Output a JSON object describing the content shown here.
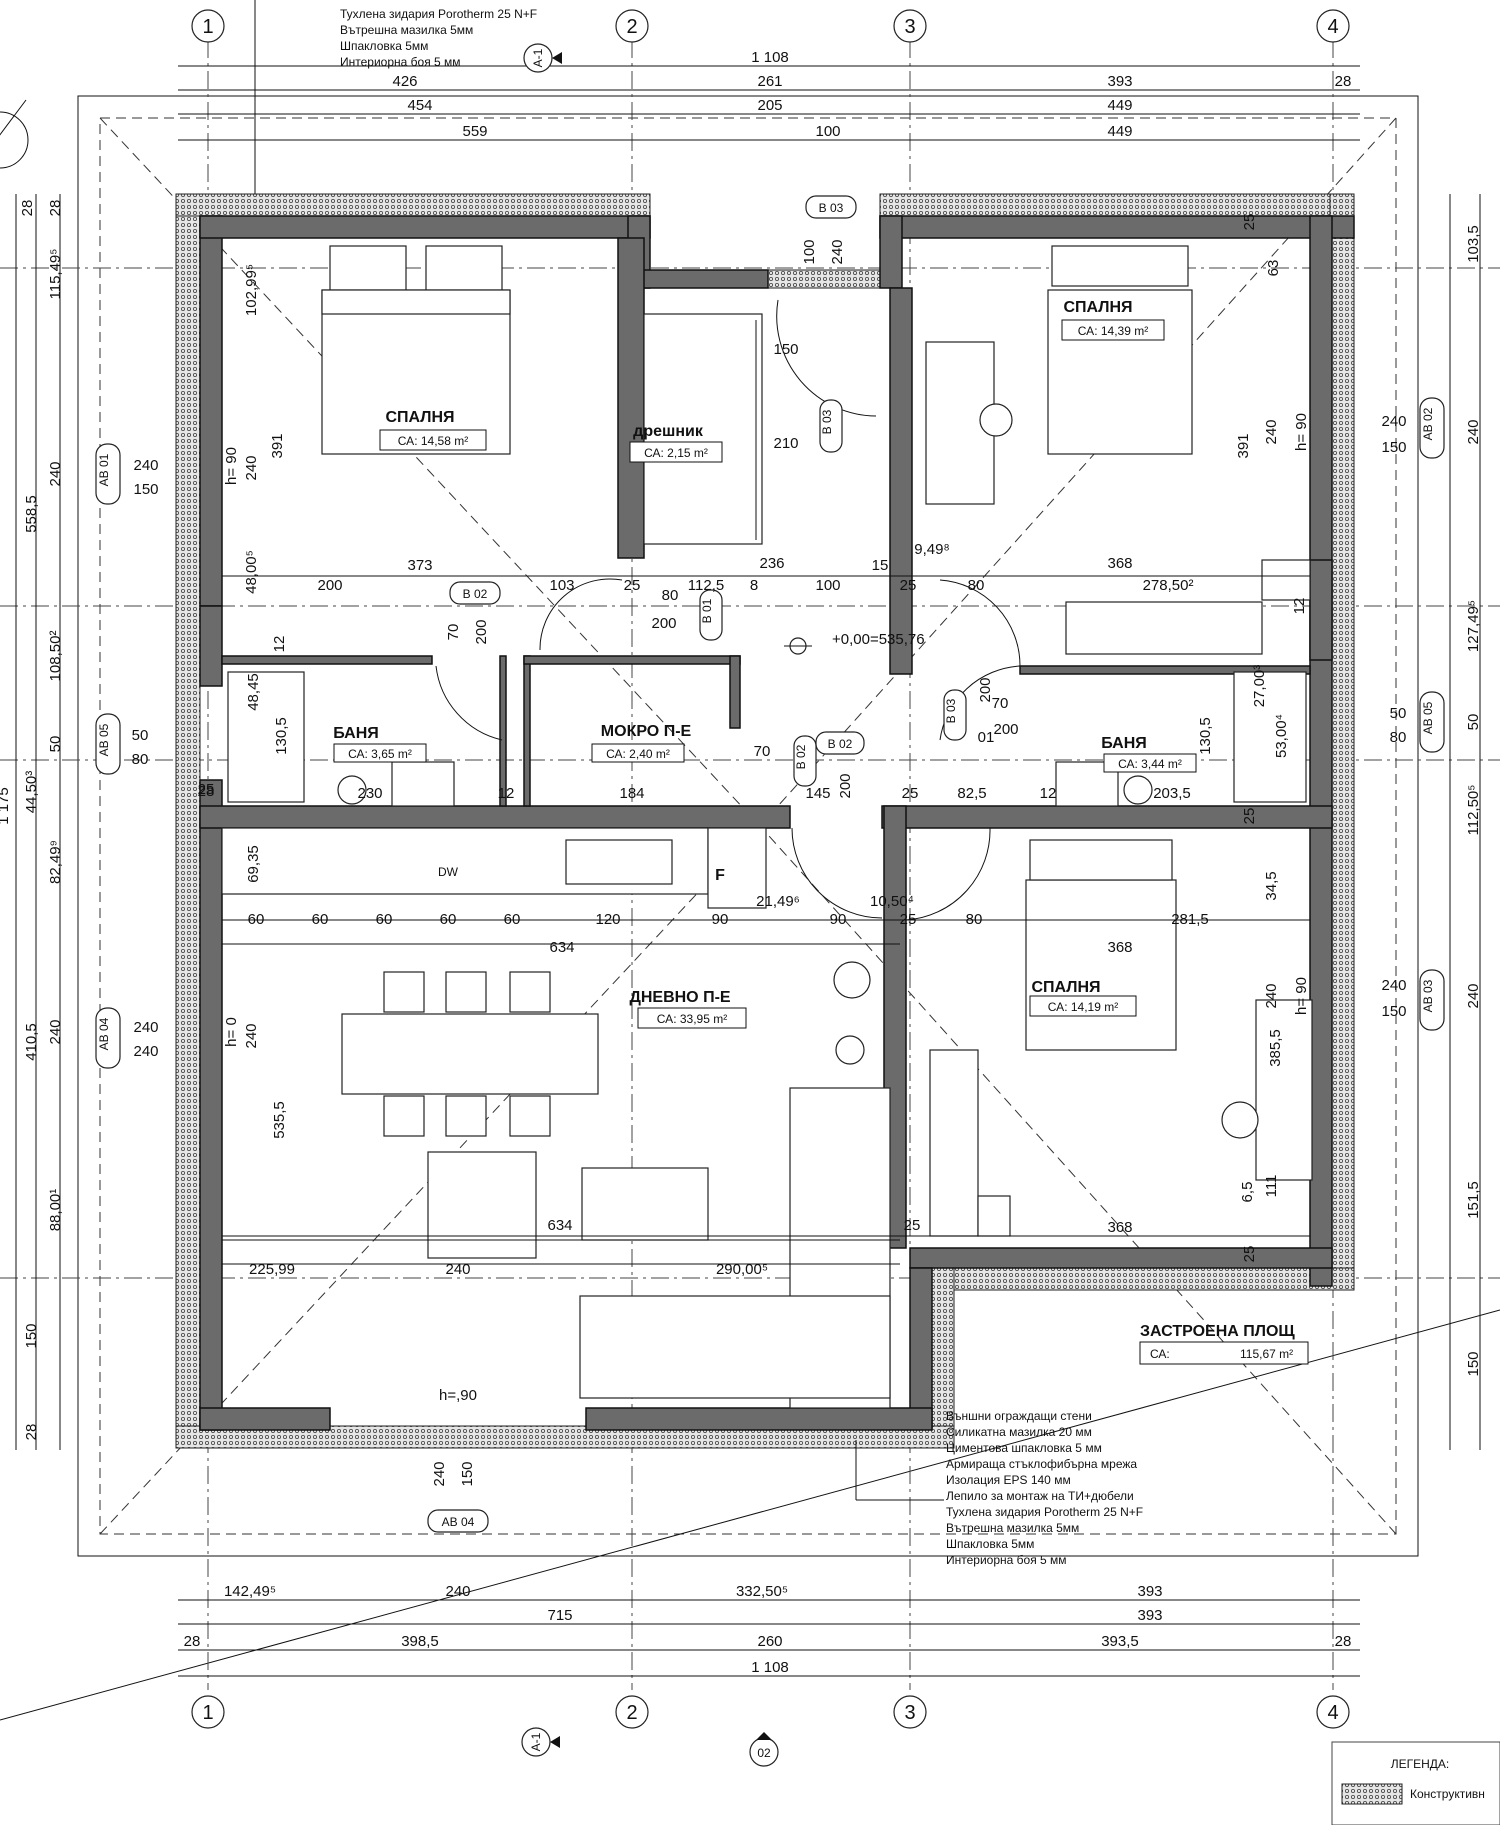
{
  "axes": {
    "labels": [
      "1",
      "2",
      "3",
      "4"
    ]
  },
  "top_dims": {
    "row1": [
      "1 108"
    ],
    "row2": [
      "426",
      "261",
      "393",
      "28"
    ],
    "row3": [
      "454",
      "205",
      "449"
    ],
    "row4": [
      "559",
      "100",
      "449"
    ]
  },
  "bottom_dims": {
    "row1": [
      "142,49⁵",
      "240",
      "332,50⁵",
      "393"
    ],
    "row2": [
      "715",
      "393"
    ],
    "row3": [
      "28",
      "398,5",
      "260",
      "393,5",
      "28"
    ],
    "row4": [
      "1 108"
    ]
  },
  "left_dims": {
    "outer": [
      "28",
      "115,49⁵",
      "240",
      "558,5",
      "108,50²",
      "50",
      "44,50³",
      "82,49⁹",
      "410,5",
      "240",
      "88,00¹",
      "150",
      "28",
      "1 175"
    ],
    "inner": [
      "28"
    ]
  },
  "right_dims": [
    "103,5",
    "240",
    "127,49⁵",
    "50",
    "112,50⁵",
    "240",
    "151,5",
    "150"
  ],
  "rooms": [
    {
      "name": "СПАЛНЯ",
      "area": "СА: 14,58 m²"
    },
    {
      "name": "дрешник",
      "area": "СА: 2,15 m²"
    },
    {
      "name": "СПАЛНЯ",
      "area": "СА: 14,39 m²"
    },
    {
      "name": "БАНЯ",
      "area": "СА: 3,65 m²"
    },
    {
      "name": "МОКРО П-Е",
      "area": "СА: 2,40 m²"
    },
    {
      "name": "БАНЯ",
      "area": "СА: 3,44 m²"
    },
    {
      "name": "ДНЕВНО П-Е",
      "area": "СА: 33,95 m²"
    },
    {
      "name": "СПАЛНЯ",
      "area": "СА: 14,19 m²"
    }
  ],
  "built_area": {
    "title": "ЗАСТРОЕНА ПЛОЩ",
    "label": "СА:",
    "value": "115,67 m²"
  },
  "top_notes": [
    "Тухлена зидария Porotherm 25 N+F",
    "Вътрешна мазилка 5мм",
    "Шпакловка 5мм",
    "Интериорна боя 5 мм"
  ],
  "bottom_notes": [
    "Външни ограждащи стени",
    "Силикатна мазилка 20 мм",
    "Циментова шпакловка 5 мм",
    "Армираща стъклофибърна мрежа",
    "Изолация EPS 140 мм",
    "Лепило за монтаж на ТИ+дюбели",
    "Тухлена зидария Porotherm 25 N+F",
    "Вътрешна мазилка 5мм",
    "Шпакловка 5мм",
    "Интериорна боя 5 мм"
  ],
  "tags": {
    "b03_top": "B 03",
    "b03_mid": "B 03",
    "b02": "B 02",
    "b01": "B 01",
    "b02_b": "B 02",
    "b03_b": "B 03",
    "b02_c": "B 02",
    "ab01": "AB 01",
    "ab05_l": "AB 05",
    "ab04_l": "AB 04",
    "ab02": "AB 02",
    "ab05_r": "AB 05",
    "ab03": "AB 03",
    "ab04_b": "AB 04",
    "a1_top": "A-1",
    "a1_bot": "A-1",
    "sec02": "02"
  },
  "elevation": "+0,00=535,76",
  "legend": {
    "title": "ЛЕГЕНДА:",
    "item1": "Конструктивн"
  },
  "kitchen": {
    "dw": "DW",
    "f": "F"
  },
  "inner_dims": {
    "h90_a": "h= 90",
    "h90_b": "h= 90",
    "h90_c": "h= 90",
    "h0": "h= 0",
    "h90_bottom": "h=,90",
    "d373": "373",
    "d200a": "200",
    "d103": "103",
    "d70a": "70",
    "d25a": "25",
    "d80a": "80",
    "d112": "112,5",
    "d8": "8",
    "d236": "236",
    "d100": "100",
    "d200b": "200",
    "d70b": "70",
    "d200c": "200",
    "d150": "150",
    "d210": "210",
    "d368a": "368",
    "d27850": "278,50²",
    "d80b": "80",
    "d15": "15",
    "d25b": "25",
    "d391a": "391",
    "d391b": "391",
    "d240a": "240",
    "d240b": "240",
    "d102": "102,99⁵",
    "d4800": "48,00⁵",
    "d12a": "12",
    "d12b": "12",
    "d1305a": "130,5",
    "d1305b": "130,5",
    "d230": "230",
    "d184": "184",
    "d145": "145",
    "d200d": "200",
    "d25c": "25",
    "d825": "82,5",
    "d2035": "203,5",
    "d60": "60",
    "d120": "120",
    "d90a": "90",
    "d90b": "90",
    "d634a": "634",
    "d634b": "634",
    "d2149": "21,49⁶",
    "d1050": "10,50⁴",
    "d80c": "80",
    "d368b": "368",
    "d2815": "281,5",
    "d240c": "240",
    "d240d": "240",
    "d5355": "535,5",
    "d240e": "240",
    "d29000": "290,00⁵",
    "d22599": "225,99",
    "d3855": "385,5",
    "d368c": "368",
    "d111": "111",
    "d345": "34,5",
    "d240f": "240",
    "d150b": "150",
    "d50a": "50",
    "d80d": "80",
    "d50b": "50",
    "d80e": "80",
    "d240g": "240",
    "d150c": "150",
    "d240h": "240",
    "d150d": "150",
    "d240i": "240",
    "d240j": "240",
    "d240k": "240",
    "d150e": "150",
    "d63": "63",
    "d25d": "25",
    "d25e": "25",
    "d25f": "25",
    "d25g": "25",
    "d25h": "25",
    "d25i": "25",
    "d200e": "200",
    "d70c": "70",
    "d01": "01",
    "d200f": "200",
    "d949": "9,49⁸",
    "d2700": "27,00³",
    "d4845": "48,45",
    "d6935": "69,35",
    "d6": "6,5",
    "d53": "53,00⁴",
    "d2849": "28",
    "d12c": "12",
    "d12d": "12",
    "d100b": "100",
    "d240l": "240"
  }
}
